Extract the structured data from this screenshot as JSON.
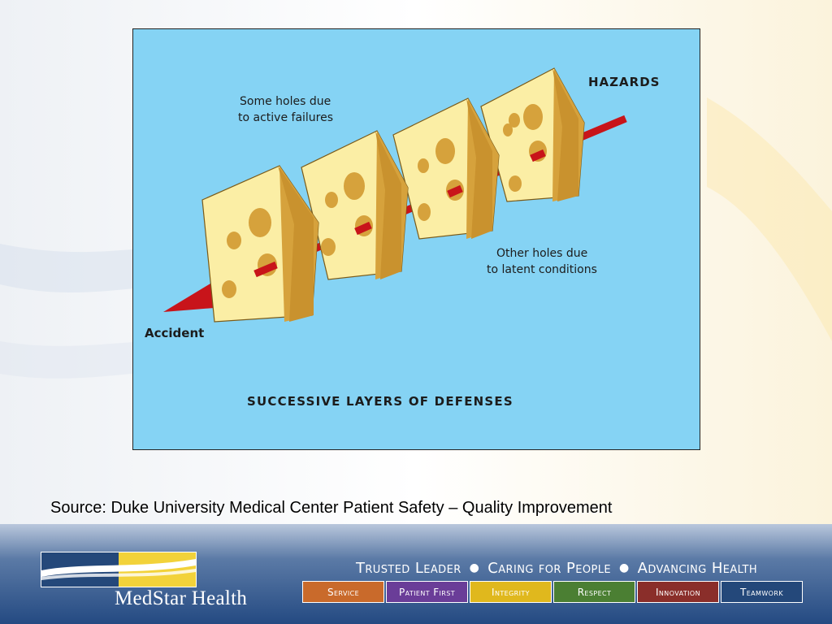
{
  "diagram": {
    "hazards_label": "HAZARDS",
    "active_failures_note": [
      "Some holes due",
      "to active failures"
    ],
    "latent_conditions_note": [
      "Other holes due",
      "to latent conditions"
    ],
    "accident_label": "Accident",
    "defenses_caption": "SUCCESSIVE LAYERS OF DEFENSES",
    "colors": {
      "background": "#85d3f4",
      "cheese_face": "#fbeea5",
      "cheese_side": "#d6a23c",
      "arrow": "#c8141a"
    }
  },
  "caption": "Source: Duke University Medical Center Patient Safety – Quality Improvement",
  "footer": {
    "logo_text": "MedStar Health",
    "tagline": [
      "Trusted Leader",
      "Caring for People",
      "Advancing Health"
    ],
    "tagline_separator": "●",
    "values": [
      {
        "label": "Service",
        "color": "#c96a2b"
      },
      {
        "label": "Patient First",
        "color": "#6a3d98"
      },
      {
        "label": "Integrity",
        "color": "#e0b81d"
      },
      {
        "label": "Respect",
        "color": "#4b7f33"
      },
      {
        "label": "Innovation",
        "color": "#8a2e2a"
      },
      {
        "label": "Teamwork",
        "color": "#24487a"
      }
    ]
  }
}
